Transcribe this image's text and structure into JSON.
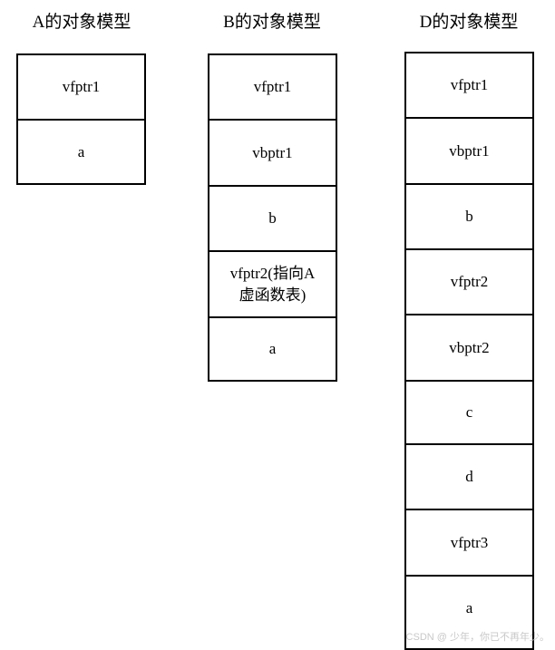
{
  "models": [
    {
      "title": "A的对象模型",
      "cells": [
        "vfptr1",
        "a"
      ]
    },
    {
      "title": "B的对象模型",
      "cells": [
        "vfptr1",
        "vbptr1",
        "b",
        "vfptr2(指向A\n虚函数表)",
        "a"
      ]
    },
    {
      "title": "D的对象模型",
      "cells": [
        "vfptr1",
        "vbptr1",
        "b",
        "vfptr2",
        "vbptr2",
        "c",
        "d",
        "vfptr3",
        "a"
      ]
    }
  ],
  "watermark": "CSDN @ 少年，你已不再年少。"
}
